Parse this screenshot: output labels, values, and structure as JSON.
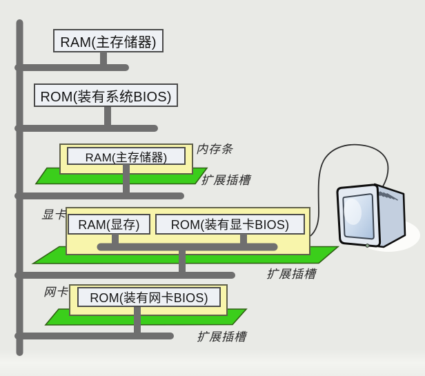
{
  "boxes": {
    "ram_main": "RAM(主存储器)",
    "rom_system": "ROM(装有系统BIOS)",
    "stick_ram": "RAM(主存储器)",
    "video_ram": "RAM(显存)",
    "video_rom": "ROM(装有显卡BIOS)",
    "network_rom": "ROM(装有网卡BIOS)"
  },
  "labels": {
    "memory_stick": "内存条",
    "slot_memory": "扩展插槽",
    "video_card": "显卡",
    "slot_video": "扩展插槽",
    "network_card": "网卡",
    "slot_network": "扩展插槽"
  },
  "icons": {
    "monitor": "crt-monitor-icon",
    "bus": "system-bus",
    "cable": "monitor-cable"
  },
  "colors": {
    "background": "#e9eae6",
    "bus_gray": "#6f6f6f",
    "card_yellow": "#f8f5ab",
    "slot_green": "#3bce1b",
    "chip_fill": "#eef1f5",
    "chip_border": "#4a4a4a"
  }
}
